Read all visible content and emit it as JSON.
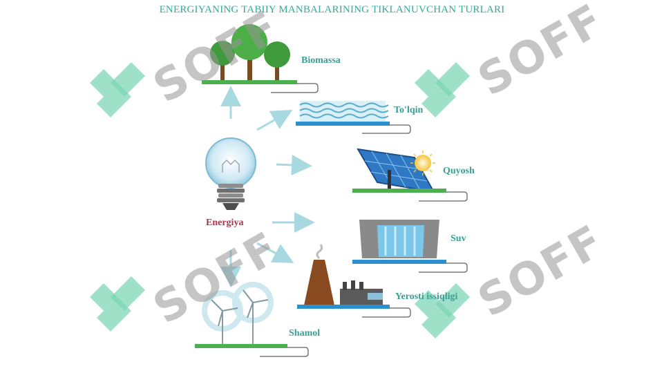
{
  "title": "ENERGIYANING TABIIY MANBALARINING TIKLANUVCHAN TURLARI",
  "center": {
    "label": "Energiya",
    "icon": "light-bulb-icon"
  },
  "sources": [
    {
      "id": "biomassa",
      "label": "Biomassa",
      "icon": "trees-icon"
    },
    {
      "id": "tolqin",
      "label": "To'lqin",
      "icon": "waves-icon"
    },
    {
      "id": "quyosh",
      "label": "Quyosh",
      "icon": "solar-panel-icon"
    },
    {
      "id": "suv",
      "label": "Suv",
      "icon": "dam-icon"
    },
    {
      "id": "yerosti",
      "label": "Yerosti issiqligi",
      "icon": "volcano-plant-icon"
    },
    {
      "id": "shamol",
      "label": "Shamol",
      "icon": "wind-turbine-icon"
    }
  ],
  "watermark": {
    "text": "SOFF",
    "color": "#7ed6b5"
  },
  "colors": {
    "accent": "#35a99a",
    "center_label": "#b0334a",
    "arrow": "#a8d8e0",
    "ground": "#4caf50"
  }
}
